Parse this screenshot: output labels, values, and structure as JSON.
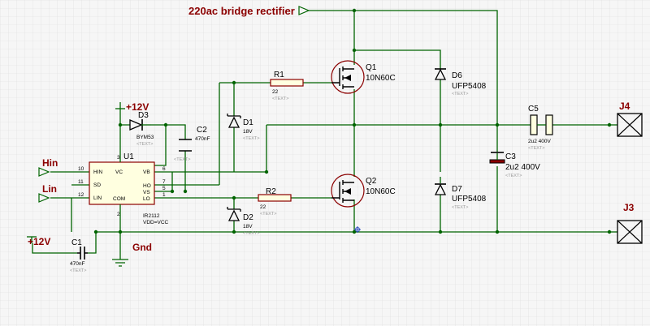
{
  "nets": {
    "supply_label": "220ac bridge rectifier",
    "vcc1": "+12V",
    "vcc2": "+12V",
    "gnd": "Gnd",
    "hin": "Hin",
    "lin": "Lin"
  },
  "u1": {
    "ref": "U1",
    "part": "IR2112",
    "sub": "VDD=VCC",
    "pins": {
      "hin": "HIN",
      "sd": "SD",
      "lin": "LIN",
      "vc": "VC",
      "com": "COM",
      "vb": "VB",
      "ho": "HO",
      "vs": "VS",
      "lo": "LO",
      "n10": "10",
      "n11": "11",
      "n12": "12",
      "n3": "3",
      "n2": "2",
      "n6": "6",
      "n7": "7",
      "n5": "5",
      "n1": "1"
    }
  },
  "q1": {
    "ref": "Q1",
    "value": "10N60C"
  },
  "q2": {
    "ref": "Q2",
    "value": "10N60C"
  },
  "r1": {
    "ref": "R1",
    "value": "22",
    "text": "<TEXT>"
  },
  "r2": {
    "ref": "R2",
    "value": "22",
    "text": "<TEXT>"
  },
  "d1": {
    "ref": "D1",
    "value": "18V",
    "text": "<TEXT>"
  },
  "d2": {
    "ref": "D2",
    "value": "18V",
    "text": "<TEXT>"
  },
  "d3": {
    "ref": "D3",
    "value": "BYM53",
    "text": "<TEXT>"
  },
  "d6": {
    "ref": "D6",
    "value": "UFP5408",
    "text": "<TEXT>"
  },
  "d7": {
    "ref": "D7",
    "value": "UFP5408",
    "text": "<TEXT>"
  },
  "c1": {
    "ref": "C1",
    "value": "470nF",
    "text": "<TEXT>"
  },
  "c2": {
    "ref": "C2",
    "value": "470nF",
    "text": "<TEXT>"
  },
  "c3": {
    "ref": "C3",
    "value": "2u2 400V",
    "text": "<TEXT>"
  },
  "c5": {
    "ref": "C5",
    "value": "2u2 400V",
    "text": "<TEXT>"
  },
  "j3": {
    "ref": "J3"
  },
  "j4": {
    "ref": "J4"
  },
  "colors": {
    "wire": "#006400",
    "component": "#8b0000",
    "label": "#8b0000",
    "background": "#f6f6f6",
    "grid": "#dcdcdc"
  }
}
